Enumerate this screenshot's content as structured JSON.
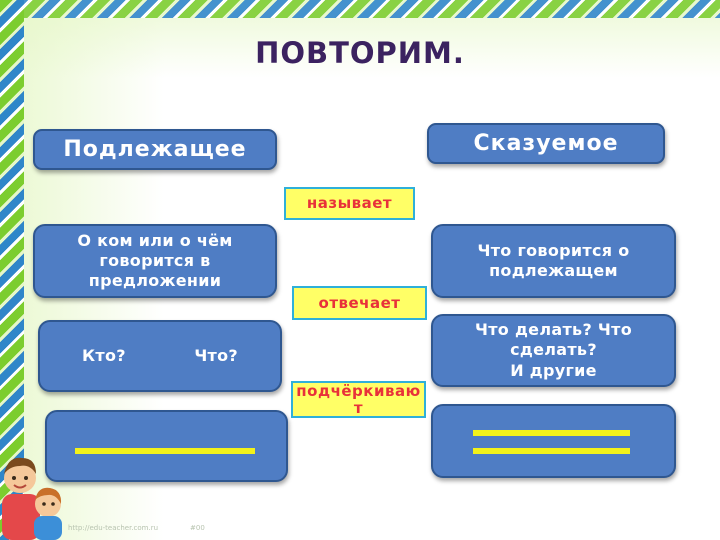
{
  "slide": {
    "title": "ПОВТОРИМ.",
    "left_header": "Подлежащее",
    "right_header": "Сказуемое",
    "middle_labels": {
      "names": "называет",
      "answers": "отвечает",
      "underlined_part1": "подчёркиваю",
      "underlined_part2": "т"
    },
    "left_names_line1": "О ком или о чём",
    "left_names_line2": "говорится в",
    "left_names_line3": "предложении",
    "right_names_line1": "Что говорится о",
    "right_names_line2": "подлежащем",
    "left_questions": [
      "Кто?",
      "Что?"
    ],
    "right_questions_line1": "Что делать? Что",
    "right_questions_line2": "сделать?",
    "right_questions_line3": "И другие",
    "underline_single_color": "#f2f21a",
    "underline_double_color": "#f2f21a",
    "footer_url": "http://edu-teacher.com.ru",
    "footer_note": "#00"
  },
  "colors": {
    "box_fill": "#4f7dc4",
    "box_border": "#2f5790",
    "tag_fill": "#ffff66",
    "tag_border": "#2fb0d9",
    "tag_text": "#e8313a",
    "title_text": "#3b2260"
  },
  "icons": [
    "children-illustration"
  ]
}
